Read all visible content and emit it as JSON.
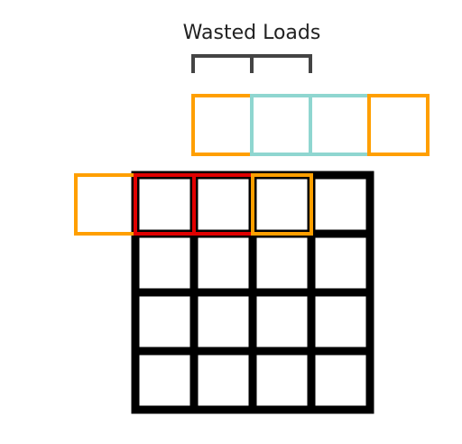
{
  "diagram": {
    "label": "Wasted Loads",
    "colors": {
      "grid": "#000000",
      "active_cell": "#e00000",
      "load_window": "#ff9f00",
      "wasted_load": "#8fd6d0",
      "bracket": "#444444",
      "text": "#222222"
    },
    "grid": {
      "rows": 4,
      "cols": 4
    }
  }
}
